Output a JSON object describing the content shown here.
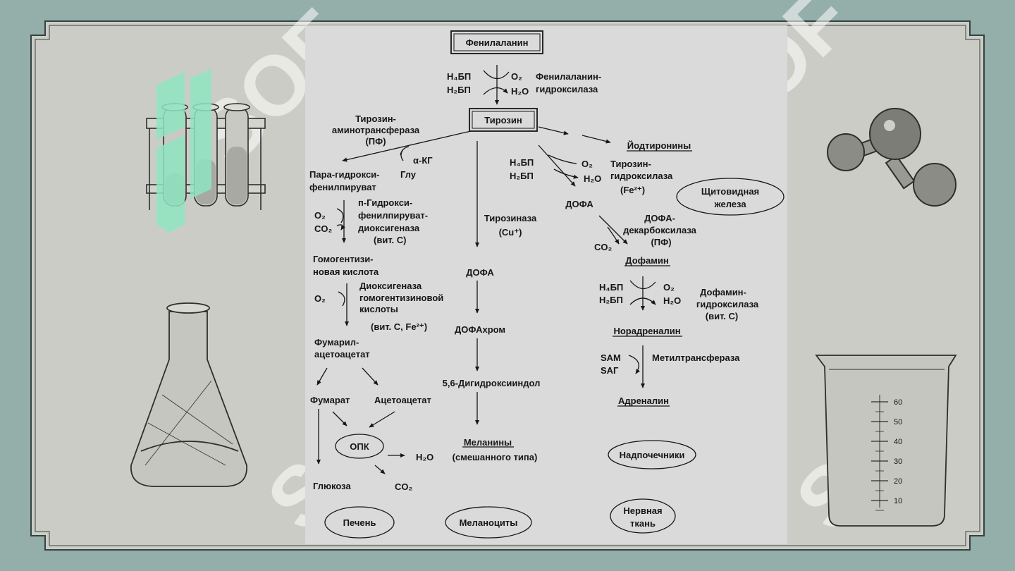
{
  "colors": {
    "outer_bg": "#94aea9",
    "frame_bg": "#ccccc6",
    "panel_bg": "#dadada",
    "ink": "#161616",
    "watermark_green": "#8fe6c1"
  },
  "watermark": {
    "text": "SOF",
    "label": "SOF"
  },
  "pathway": {
    "phenylalanine": "Фенилаланин",
    "h4bp": "H₄БП",
    "h2bp": "H₂БП",
    "o2": "O₂",
    "h2o": "H₂O",
    "co2": "CO₂",
    "phe_hydroxylase": [
      "Фенилаланин-",
      "гидроксилаза"
    ],
    "tyrosine": "Тирозин",
    "tyr_aminotransferase": [
      "Тирозин-",
      "аминотрансфераза",
      "(ПФ)"
    ],
    "akg": "α-КГ",
    "glu": "Глу",
    "p_hppyruvate": [
      "Пара-гидрокси-",
      "фенилпируват"
    ],
    "p_hpp_dioxygenase": [
      "п-Гидрокси-",
      "фенилпируват-",
      "диоксигеназа",
      "(вит. С)"
    ],
    "homogentisic_acid": [
      "Гомогентизи-",
      "новая кислота"
    ],
    "hga_dioxygenase": [
      "Диоксигеназа",
      "гомогентизиновой",
      "кислоты"
    ],
    "vit_c_fe": "(вит. С, Fe²⁺)",
    "fumarylacetoacetate": [
      "Фумарил-",
      "ацетоацетат"
    ],
    "fumarate": "Фумарат",
    "acetoacetate": "Ацетоацетат",
    "opk": "ОПК",
    "glucose": "Глюкоза",
    "liver": "Печень",
    "tyrosinase": [
      "Тирозиназа",
      "(Cu⁺)"
    ],
    "dopa": "ДОФА",
    "dopachrome": "ДОФАхром",
    "dihydroxyindole": "5,6-Дигидроксииндол",
    "melanins": "Меланины",
    "mixed_type": "(смешанного типа)",
    "melanocytes": "Меланоциты",
    "iodothyronines": "Йодтиронины",
    "tyr_hydroxylase": [
      "Тирозин-",
      "гидроксилаза",
      "(Fe²⁺)"
    ],
    "thyroid": [
      "Щитовидная",
      "железа"
    ],
    "dopa_decarboxylase": [
      "ДОФА-",
      "декарбоксилаза",
      "(ПФ)"
    ],
    "dopamine": "Дофамин",
    "dopamine_hydroxylase": [
      "Дофамин-",
      "гидроксилаза",
      "(вит. С)"
    ],
    "noradrenaline": "Норадреналин",
    "sam": "SAM",
    "sag": "SAГ",
    "methyltransferase": "Метилтрансфераза",
    "adrenaline": "Адреналин",
    "adrenal_glands": "Надпочечники",
    "nervous_tissue": [
      "Нервная",
      "ткань"
    ]
  },
  "decor": {
    "beaker_ticks": [
      "60",
      "50",
      "40",
      "30",
      "20",
      "10"
    ]
  }
}
